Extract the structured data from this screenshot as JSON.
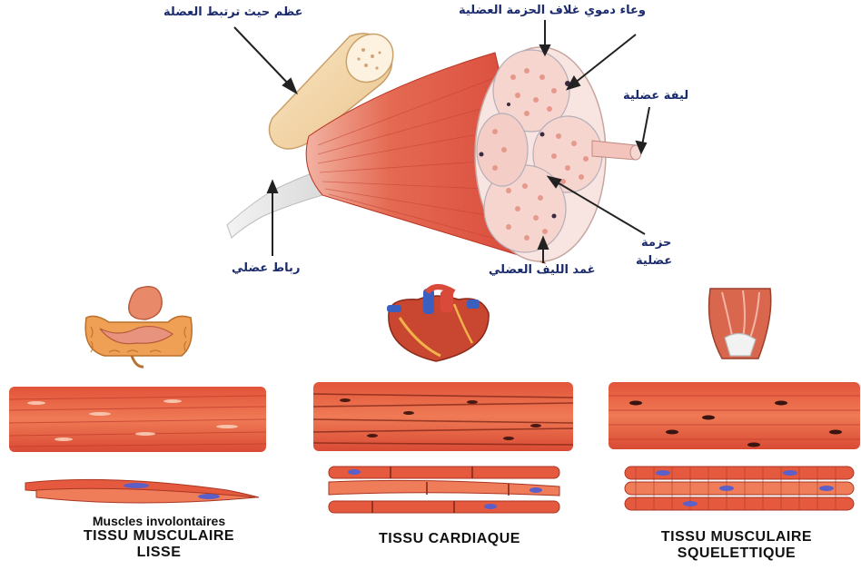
{
  "labels": {
    "tendon_bone": "عظم حيث ترتبط العضلة",
    "fascicle_sheath": "وعاء دموي غلاف الحزمة العضلية",
    "muscle_fiber": "ليفة عضلية",
    "tendon": "رباط عضلي",
    "endomysium": "غمد الليف العضلي",
    "fascicle_l1": "حزمة",
    "fascicle_l2": "عضلية"
  },
  "tissues": {
    "smooth": {
      "note": "Muscles involontaires",
      "line1": "TISSU MUSCULAIRE",
      "line2": "LISSE",
      "organ_icon": "digestive-tract-icon"
    },
    "cardiac": {
      "line1": "TISSU CARDIAQUE",
      "organ_icon": "heart-icon"
    },
    "skeletal": {
      "line1": "TISSU MUSCULAIRE",
      "line2": "SQUELETTIQUE",
      "organ_icon": "leg-muscle-icon"
    }
  },
  "colors": {
    "muscle": "#e0553b",
    "muscle_dark": "#b8321f",
    "nucleus": "#5b5fc7",
    "label": "#1a2a6c"
  }
}
